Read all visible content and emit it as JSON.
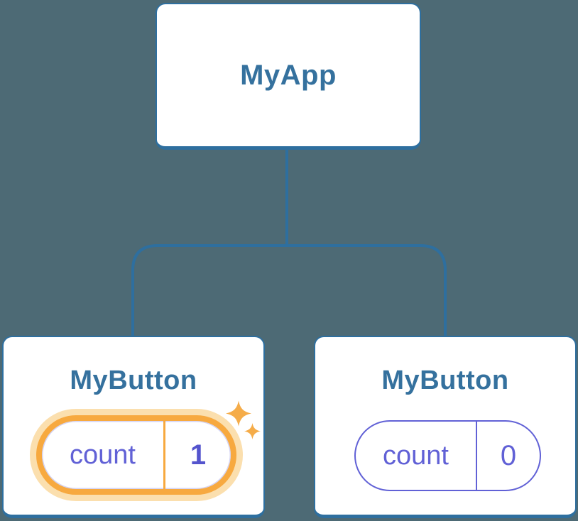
{
  "diagram": {
    "type": "component-tree",
    "root": {
      "label": "MyApp"
    },
    "children": [
      {
        "label": "MyButton",
        "state_key": "count",
        "state_value": "1",
        "highlighted": true
      },
      {
        "label": "MyButton",
        "state_key": "count",
        "state_value": "0",
        "highlighted": false
      }
    ]
  },
  "colors": {
    "background": "#4d6a75",
    "card_bg": "#ffffff",
    "card_border": "#2e6f9f",
    "card_title": "#35719e",
    "connector": "#2e6f9f",
    "state_purple": "#6161d6",
    "state_purple_bold": "#5454cd",
    "highlight_orange": "#f7a93f",
    "highlight_halo": "#fbdfae",
    "sparkle": "#f5ac49"
  }
}
